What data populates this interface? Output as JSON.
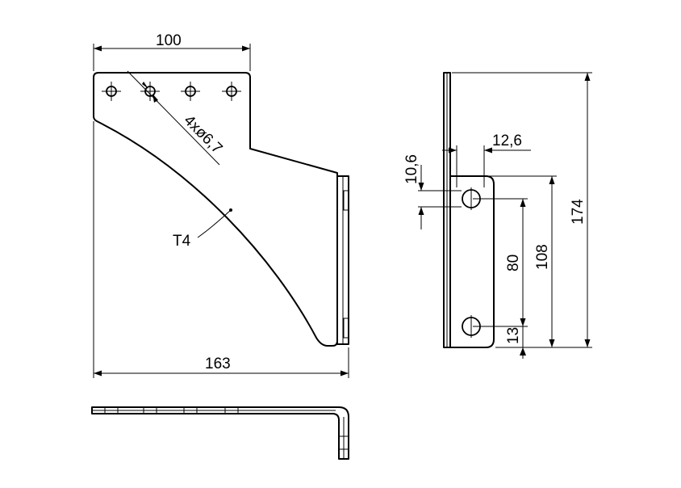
{
  "dimensions": {
    "front_width_top": "100",
    "front_width_total": "163",
    "hole_spec": "4xø6,7",
    "thickness": "T4",
    "side_offset": "12,6",
    "side_hole_offset": "10,6",
    "side_total_height": "174",
    "side_flange_height": "108",
    "side_hole_spacing": "80",
    "side_bottom_offset": "13"
  },
  "colors": {
    "line": "#000000",
    "background": "#ffffff"
  }
}
